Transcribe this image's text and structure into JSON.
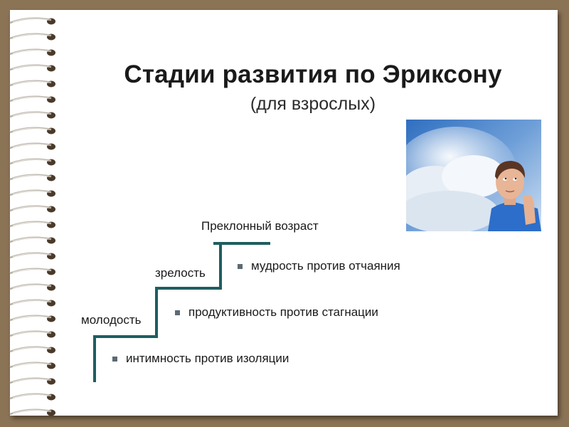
{
  "slide": {
    "title": "Стадии развития по Эриксону",
    "subtitle": "(для взрослых)"
  },
  "stages": [
    {
      "name": "молодость",
      "conflict": "интимность против изоляции"
    },
    {
      "name": "зрелость",
      "conflict": "продуктивность против стагнации"
    },
    {
      "name": "Преклонный возраст",
      "conflict": "мудрость против отчаяния"
    }
  ],
  "colors": {
    "frame": "#8b7356",
    "stairs": "#1f5e5f",
    "bullet": "#5b6a74"
  },
  "image": {
    "icon": "hopeful-man-clouds-photo"
  }
}
